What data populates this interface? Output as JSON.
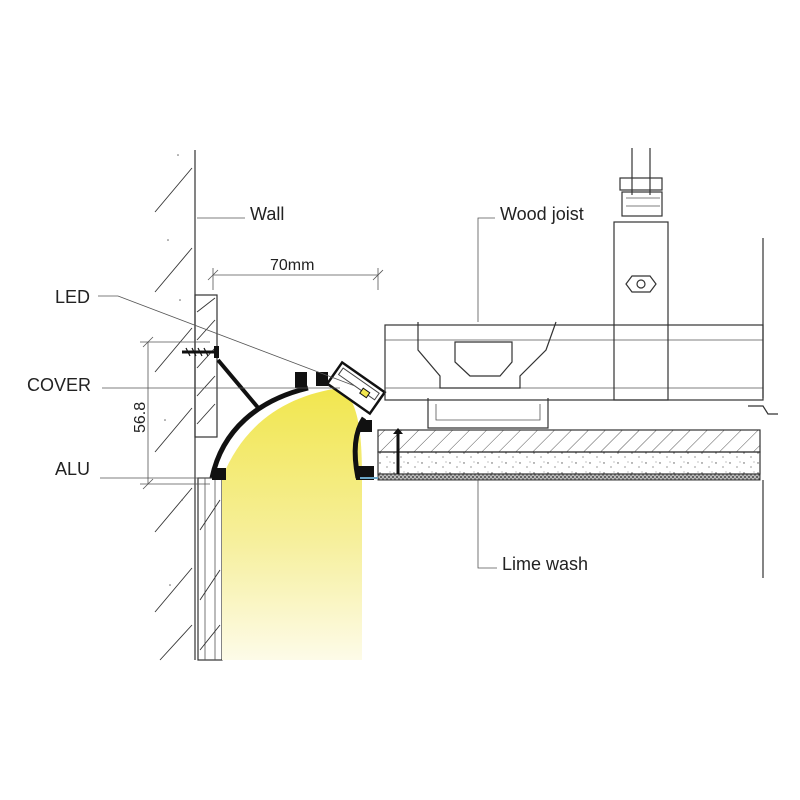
{
  "labels": {
    "wall": "Wall",
    "wood_joist": "Wood joist",
    "led": "LED",
    "cover": "COVER",
    "alu": "ALU",
    "lime_wash": "Lime wash"
  },
  "dimensions": {
    "width": "70mm",
    "height": "56.8"
  },
  "colors": {
    "line": "#333333",
    "light_glow": "#f4ea7a",
    "led_fill": "#ffffff",
    "profile_fill": "#111111"
  }
}
